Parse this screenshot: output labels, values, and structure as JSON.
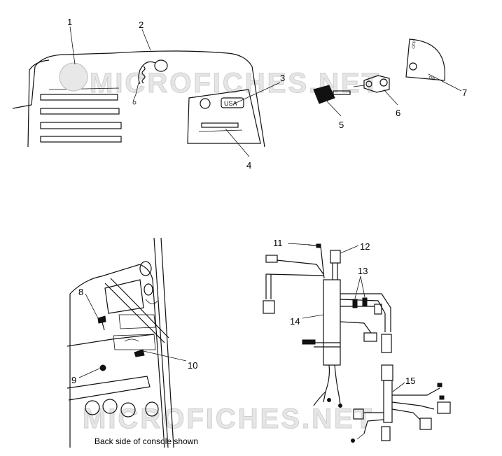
{
  "watermark": "MICROFICHES.NET",
  "caption": "Back side of console shown",
  "decal_text": "USA",
  "switch_label_off": "OFF",
  "switch_label_on": "ON",
  "callouts": [
    "1",
    "2",
    "3",
    "4",
    "5",
    "6",
    "7",
    "8",
    "9",
    "10",
    "11",
    "12",
    "13",
    "14",
    "15"
  ]
}
